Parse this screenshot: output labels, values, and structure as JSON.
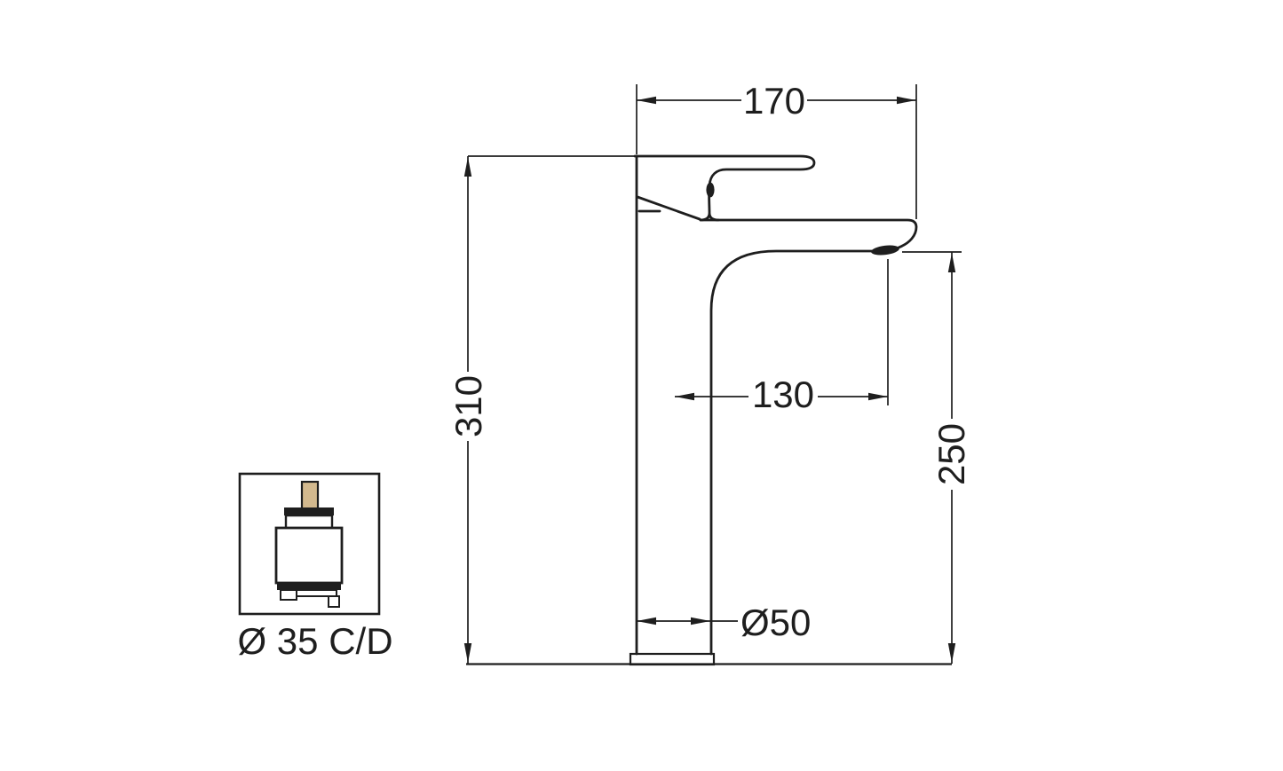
{
  "drawing": {
    "type": "technical-dimension-drawing",
    "subject": "tall single-lever basin mixer side view",
    "colors": {
      "background": "#ffffff",
      "line": "#1e1e1e",
      "cartridge_stem_fill": "#d3b98e"
    },
    "dimensions": {
      "head_length": "170",
      "total_height": "310",
      "spout_reach": "130",
      "spout_outlet_height": "250",
      "base_diameter": "Ø50"
    },
    "cartridge": {
      "label": "Ø 35 C/D"
    }
  }
}
